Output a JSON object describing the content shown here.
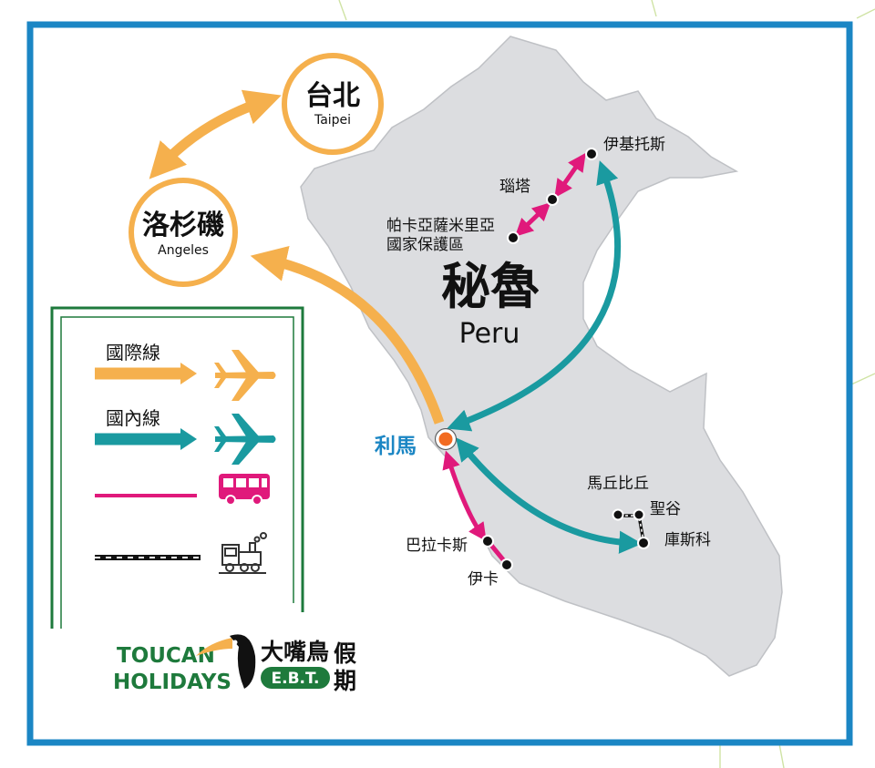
{
  "map": {
    "country": {
      "zh": "秘魯",
      "en": "Peru"
    },
    "capital": "利馬",
    "places": {
      "iquitos": "伊基托斯",
      "ruta": "瑙塔",
      "pacaya": [
        "帕卡亞薩米里亞",
        "國家保護區"
      ],
      "machu": "馬丘比丘",
      "sacred": "聖谷",
      "cusco": "庫斯科",
      "paracas": "巴拉卡斯",
      "ica": "伊卡"
    },
    "cities": {
      "taipei": {
        "zh": "台北",
        "en": "Taipei"
      },
      "la": {
        "zh": "洛杉磯",
        "en": "Angeles"
      }
    }
  },
  "legend": {
    "international": "國際線",
    "domestic": "國內線",
    "bus_icon": "bus-icon",
    "train_icon": "train-icon",
    "plane_icon": "plane-icon"
  },
  "logo": {
    "line1": "TOUCAN",
    "line2": "HOLIDAYS",
    "zh1": "大嘴鳥",
    "zh2": "假",
    "zh3": "期",
    "badge": "E.B.T."
  },
  "colors": {
    "frame": "#1b86c4",
    "international": "#f5b04d",
    "domestic": "#1a9aa0",
    "bus": "#e0197b",
    "land": "#dcdde0",
    "legend_border": "#1e7a3c",
    "capital_label": "#1b86c4",
    "lima_dot": "#f26b21"
  }
}
